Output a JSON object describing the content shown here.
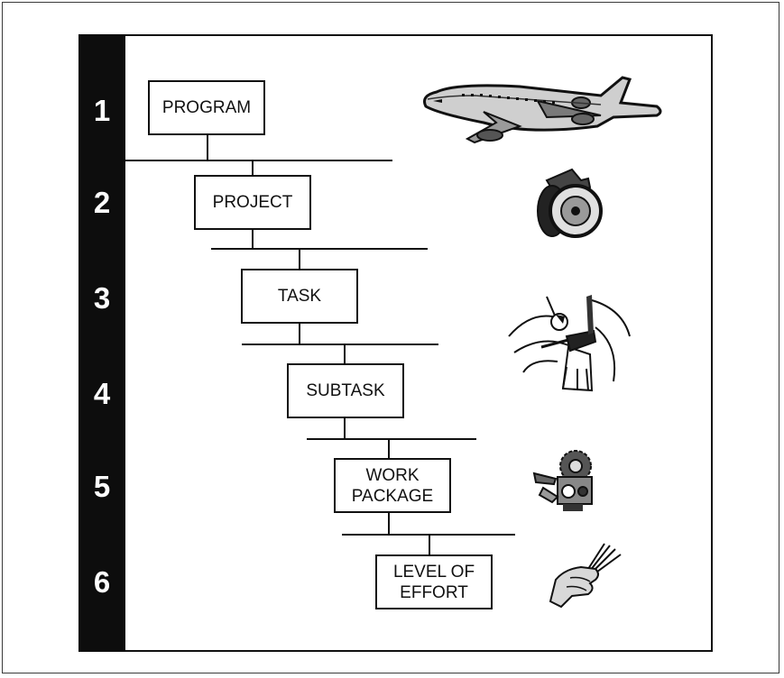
{
  "levels": [
    "1",
    "2",
    "3",
    "4",
    "5",
    "6"
  ],
  "boxes": {
    "program": "PROGRAM",
    "project": "PROJECT",
    "task": "TASK",
    "subtask": "SUBTASK",
    "work_package": "WORK\nPACKAGE",
    "level_of_effort": "LEVEL OF\nEFFORT"
  },
  "icons": [
    "airplane-icon",
    "landing-gear-icon",
    "worker-icon",
    "machinery-icon",
    "hand-wires-icon"
  ],
  "colors": {
    "frame": "#111111",
    "level_bar": "#0d0d0d",
    "level_text": "#ffffff"
  }
}
